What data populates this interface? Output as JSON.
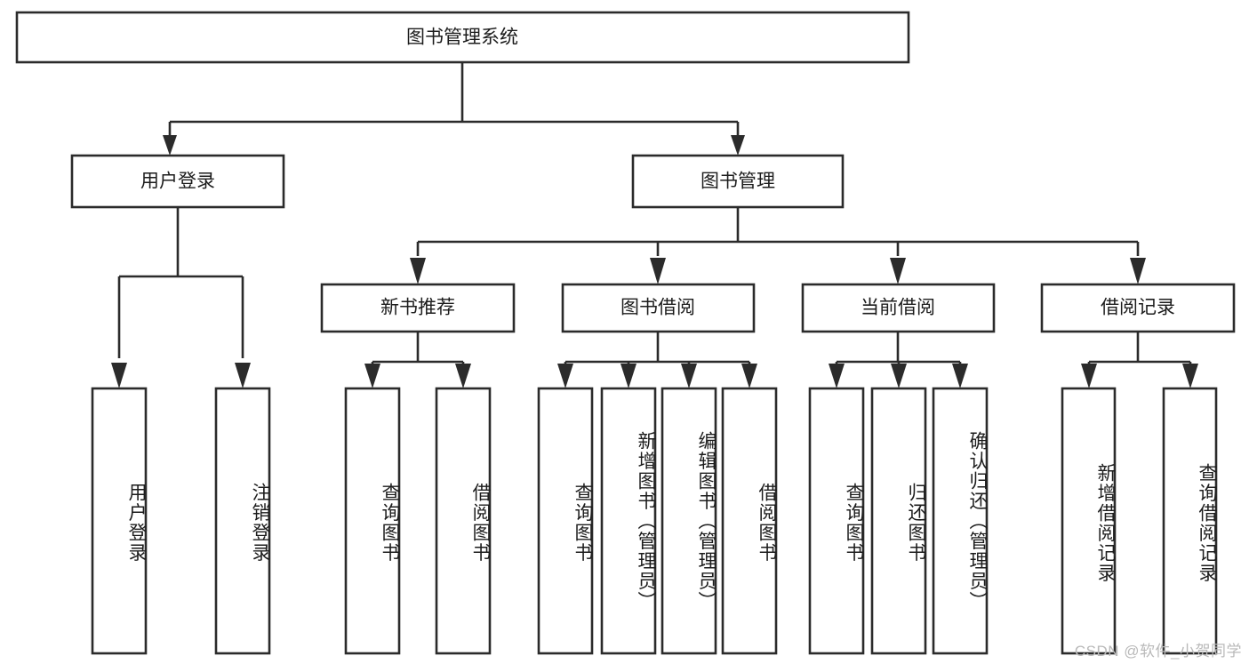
{
  "diagram": {
    "title": "图书管理系统",
    "watermark": "CSDN @软件_小贺同学",
    "style": {
      "line_color": "#2b2b2b",
      "box_fill": "#ffffff",
      "text_color": "#1c1c1c",
      "background": "#ffffff",
      "watermark_color": "#b9b9b9"
    },
    "root": {
      "label": "图书管理系统"
    },
    "level2": [
      {
        "label": "用户登录"
      },
      {
        "label": "图书管理"
      }
    ],
    "level3": [
      {
        "label": "新书推荐"
      },
      {
        "label": "图书借阅"
      },
      {
        "label": "当前借阅"
      },
      {
        "label": "借阅记录"
      }
    ],
    "leaves": {
      "user_login": [
        {
          "label": "用户登录"
        },
        {
          "label": "注销登录"
        }
      ],
      "new_book_recommend": [
        {
          "label": "查询图书"
        },
        {
          "label": "借阅图书"
        }
      ],
      "book_borrow": [
        {
          "label": "查询图书"
        },
        {
          "label": "新增图书（管理员）"
        },
        {
          "label": "编辑图书（管理员）"
        },
        {
          "label": "借阅图书"
        }
      ],
      "current_borrow": [
        {
          "label": "查询图书"
        },
        {
          "label": "归还图书"
        },
        {
          "label": "确认归还（管理员）"
        }
      ],
      "borrow_record": [
        {
          "label": "新增借阅记录"
        },
        {
          "label": "查询借阅记录"
        }
      ]
    }
  },
  "chart_data": {
    "type": "table",
    "title": "图书管理系统 功能结构图",
    "nodes": [
      {
        "id": "root",
        "label": "图书管理系统",
        "level": 1,
        "parent": null
      },
      {
        "id": "user-login",
        "label": "用户登录",
        "level": 2,
        "parent": "root"
      },
      {
        "id": "book-manage",
        "label": "图书管理",
        "level": 2,
        "parent": "root"
      },
      {
        "id": "new-book",
        "label": "新书推荐",
        "level": 3,
        "parent": "book-manage"
      },
      {
        "id": "book-borrow",
        "label": "图书借阅",
        "level": 3,
        "parent": "book-manage"
      },
      {
        "id": "current-borrow",
        "label": "当前借阅",
        "level": 3,
        "parent": "book-manage"
      },
      {
        "id": "borrow-record",
        "label": "借阅记录",
        "level": 3,
        "parent": "book-manage"
      },
      {
        "id": "leaf-1",
        "label": "用户登录",
        "level": 3,
        "parent": "user-login"
      },
      {
        "id": "leaf-2",
        "label": "注销登录",
        "level": 3,
        "parent": "user-login"
      },
      {
        "id": "leaf-3",
        "label": "查询图书",
        "level": 4,
        "parent": "new-book"
      },
      {
        "id": "leaf-4",
        "label": "借阅图书",
        "level": 4,
        "parent": "new-book"
      },
      {
        "id": "leaf-5",
        "label": "查询图书",
        "level": 4,
        "parent": "book-borrow"
      },
      {
        "id": "leaf-6",
        "label": "新增图书（管理员）",
        "level": 4,
        "parent": "book-borrow"
      },
      {
        "id": "leaf-7",
        "label": "编辑图书（管理员）",
        "level": 4,
        "parent": "book-borrow"
      },
      {
        "id": "leaf-8",
        "label": "借阅图书",
        "level": 4,
        "parent": "book-borrow"
      },
      {
        "id": "leaf-9",
        "label": "查询图书",
        "level": 4,
        "parent": "current-borrow"
      },
      {
        "id": "leaf-10",
        "label": "归还图书",
        "level": 4,
        "parent": "current-borrow"
      },
      {
        "id": "leaf-11",
        "label": "确认归还（管理员）",
        "level": 4,
        "parent": "current-borrow"
      },
      {
        "id": "leaf-12",
        "label": "新增借阅记录",
        "level": 4,
        "parent": "borrow-record"
      },
      {
        "id": "leaf-13",
        "label": "查询借阅记录",
        "level": 4,
        "parent": "borrow-record"
      }
    ]
  }
}
